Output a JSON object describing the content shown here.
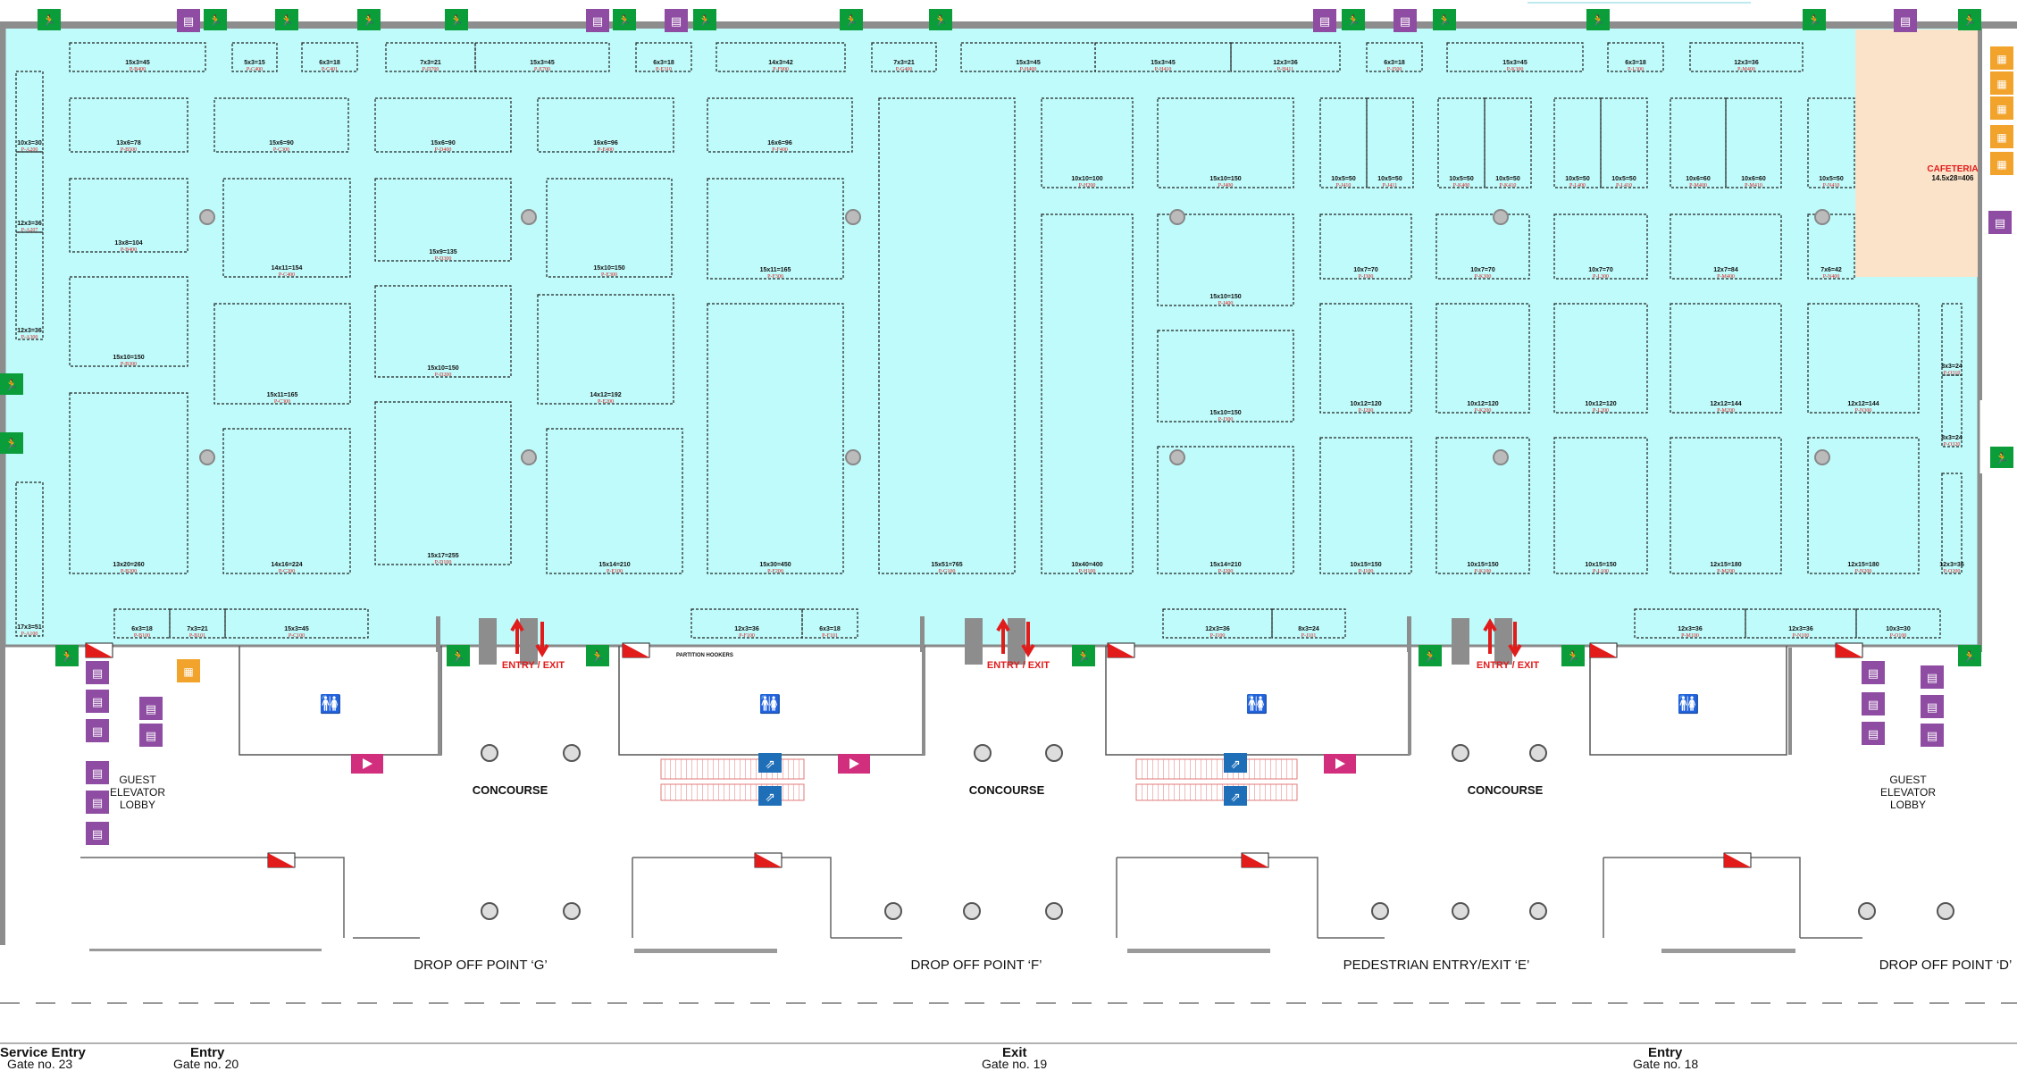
{
  "map": {
    "cafeteria": {
      "label": "CAFETERIA",
      "size": "14.5x28=406"
    },
    "entry_exit_label": "ENTRY / EXIT",
    "concourse_label": "CONCOURSE",
    "partition_label": "PARTITION HOOKERS",
    "guest_lobby_left": "GUEST ELEVATOR LOBBY",
    "guest_lobby_right": "GUEST ELEVATOR LOBBY",
    "drop_offs": [
      "DROP OFF POINT ‘G’",
      "DROP OFF POINT ‘F’",
      "PEDESTRIAN ENTRY/EXIT ‘E’",
      "DROP OFF POINT ‘D’"
    ],
    "gates": [
      {
        "title": "Service Entry",
        "number": "Gate no. 23"
      },
      {
        "title": "Entry",
        "number": "Gate no. 20"
      },
      {
        "title": "Exit",
        "number": "Gate no. 19"
      },
      {
        "title": "Entry",
        "number": "Gate no. 18"
      }
    ],
    "colors": {
      "hall": "#bffbfb",
      "cafeteria": "#fbe3c9",
      "exit_sign": "#0a9d3a",
      "lift": "#8e4ca2",
      "escalator": "#1e6fb8",
      "accent_red": "#e21b1b",
      "screen": "#d22e7e",
      "stairs": "#f2a32c"
    },
    "booths": [
      {
        "size": "15x3=45",
        "code": "P-B400"
      },
      {
        "size": "5x3=15",
        "code": "P-C400"
      },
      {
        "size": "6x3=18",
        "code": "P-C401"
      },
      {
        "size": "7x3=21",
        "code": "P-D700"
      },
      {
        "size": "15x3=45",
        "code": "P-E700"
      },
      {
        "size": "6x3=18",
        "code": "P-E310"
      },
      {
        "size": "14x3=42",
        "code": "P-F900"
      },
      {
        "size": "7x3=21",
        "code": "P-G400"
      },
      {
        "size": "15x3=45",
        "code": "P-H400"
      },
      {
        "size": "15x3=45",
        "code": "P-H410"
      },
      {
        "size": "12x3=36",
        "code": "P-H411"
      },
      {
        "size": "6x3=18",
        "code": "P-J500"
      },
      {
        "size": "15x3=45",
        "code": "P-K300"
      },
      {
        "size": "6x3=18",
        "code": "P-L300"
      },
      {
        "size": "12x3=36",
        "code": "P-M400"
      },
      {
        "size": "13x6=78",
        "code": "P-B500"
      },
      {
        "size": "15x6=90",
        "code": "P-C300"
      },
      {
        "size": "15x6=90",
        "code": "P-D400"
      },
      {
        "size": "16x6=96",
        "code": "P-E400"
      },
      {
        "size": "16x6=96",
        "code": "P-F400"
      },
      {
        "size": "10x10=100",
        "code": "P-H200"
      },
      {
        "size": "15x10=150",
        "code": "P-J400"
      },
      {
        "size": "10x5=50",
        "code": "P-J410"
      },
      {
        "size": "10x5=50",
        "code": "P-J411"
      },
      {
        "size": "10x5=50",
        "code": "P-K400"
      },
      {
        "size": "10x5=50",
        "code": "P-K410"
      },
      {
        "size": "10x5=50",
        "code": "P-L400"
      },
      {
        "size": "10x5=50",
        "code": "P-L410"
      },
      {
        "size": "10x6=60",
        "code": "P-M400"
      },
      {
        "size": "10x6=60",
        "code": "P-M410"
      },
      {
        "size": "10x5=50",
        "code": "P-N410"
      },
      {
        "size": "13x8=104",
        "code": "P-B400"
      },
      {
        "size": "14x11=154",
        "code": "P-C400"
      },
      {
        "size": "15x9=135",
        "code": "P-D300"
      },
      {
        "size": "15x10=150",
        "code": "P-E300"
      },
      {
        "size": "15x11=165",
        "code": "P-F300"
      },
      {
        "size": "15x10=150",
        "code": "P-J400"
      },
      {
        "size": "10x7=70",
        "code": "P-J300"
      },
      {
        "size": "10x7=70",
        "code": "P-K300"
      },
      {
        "size": "10x7=70",
        "code": "P-L300"
      },
      {
        "size": "12x7=84",
        "code": "P-M400"
      },
      {
        "size": "7x6=42",
        "code": "P-N400"
      },
      {
        "size": "15x10=150",
        "code": "P-B300"
      },
      {
        "size": "15x11=165",
        "code": "P-C300"
      },
      {
        "size": "15x10=150",
        "code": "P-D200"
      },
      {
        "size": "14x12=192",
        "code": "P-E200"
      },
      {
        "size": "15x10=150",
        "code": "P-J300"
      },
      {
        "size": "10x12=120",
        "code": "P-J200"
      },
      {
        "size": "10x12=120",
        "code": "P-K200"
      },
      {
        "size": "10x12=120",
        "code": "P-L200"
      },
      {
        "size": "12x12=144",
        "code": "P-M200"
      },
      {
        "size": "12x12=144",
        "code": "P-N300"
      },
      {
        "size": "8x3=24",
        "code": "P-O310"
      },
      {
        "size": "8x3=24",
        "code": "P-O320"
      },
      {
        "size": "13x20=260",
        "code": "P-B200"
      },
      {
        "size": "14x16=224",
        "code": "P-C200"
      },
      {
        "size": "15x17=255",
        "code": "P-D100"
      },
      {
        "size": "15x14=210",
        "code": "P-E100"
      },
      {
        "size": "15x30=450",
        "code": "P-F200"
      },
      {
        "size": "15x51=765",
        "code": "P-G100"
      },
      {
        "size": "10x40=400",
        "code": "P-H100"
      },
      {
        "size": "15x14=210",
        "code": "P-J200"
      },
      {
        "size": "10x15=150",
        "code": "P-J100"
      },
      {
        "size": "10x15=150",
        "code": "P-K100"
      },
      {
        "size": "10x15=150",
        "code": "P-L100"
      },
      {
        "size": "12x15=180",
        "code": "P-M200"
      },
      {
        "size": "12x15=180",
        "code": "P-N200"
      },
      {
        "size": "12x3=36",
        "code": "P-O200"
      },
      {
        "size": "10x3=30",
        "code": "P-A200"
      },
      {
        "size": "12x3=36",
        "code": "P-A207"
      },
      {
        "size": "12x3=36",
        "code": "P-A300"
      },
      {
        "size": "17x3=51",
        "code": "P-A100"
      },
      {
        "size": "6x3=18",
        "code": "P-B100"
      },
      {
        "size": "7x3=21",
        "code": "P-B101"
      },
      {
        "size": "15x3=45",
        "code": "P-C100"
      },
      {
        "size": "12x3=36",
        "code": "P-F100"
      },
      {
        "size": "6x3=18",
        "code": "P-F101"
      },
      {
        "size": "12x3=36",
        "code": "P-J100"
      },
      {
        "size": "8x3=24",
        "code": "P-J101"
      },
      {
        "size": "12x3=36",
        "code": "P-M100"
      },
      {
        "size": "12x3=36",
        "code": "P-N100"
      },
      {
        "size": "10x3=30",
        "code": "P-O100"
      }
    ]
  }
}
